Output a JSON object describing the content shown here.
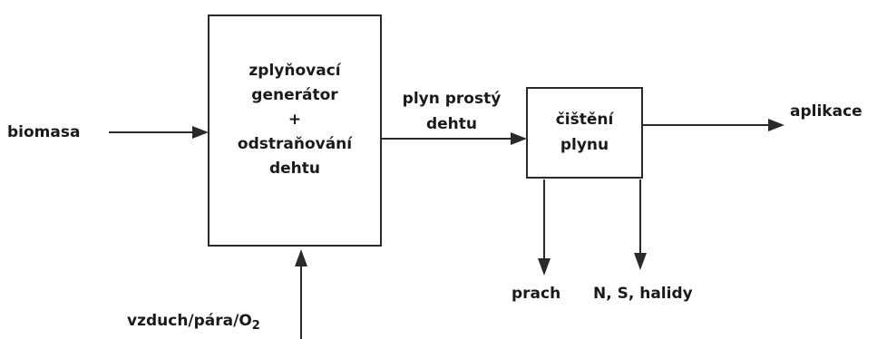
{
  "diagram": {
    "input_label": "biomasa",
    "generator": {
      "line1": "zplyňovací",
      "line2": "generátor",
      "line3": "+",
      "line4": "odstraňování",
      "line5": "dehtu"
    },
    "bottom_input": {
      "text": "vzduch/pára/O",
      "subscript": "2"
    },
    "intermediate": {
      "line1": "plyn prostý",
      "line2": "dehtu"
    },
    "cleaning": {
      "line1": "čištění",
      "line2": "plynu"
    },
    "output_label": "aplikace",
    "byproducts": {
      "dust": "prach",
      "other": "N, S, halidy"
    }
  }
}
